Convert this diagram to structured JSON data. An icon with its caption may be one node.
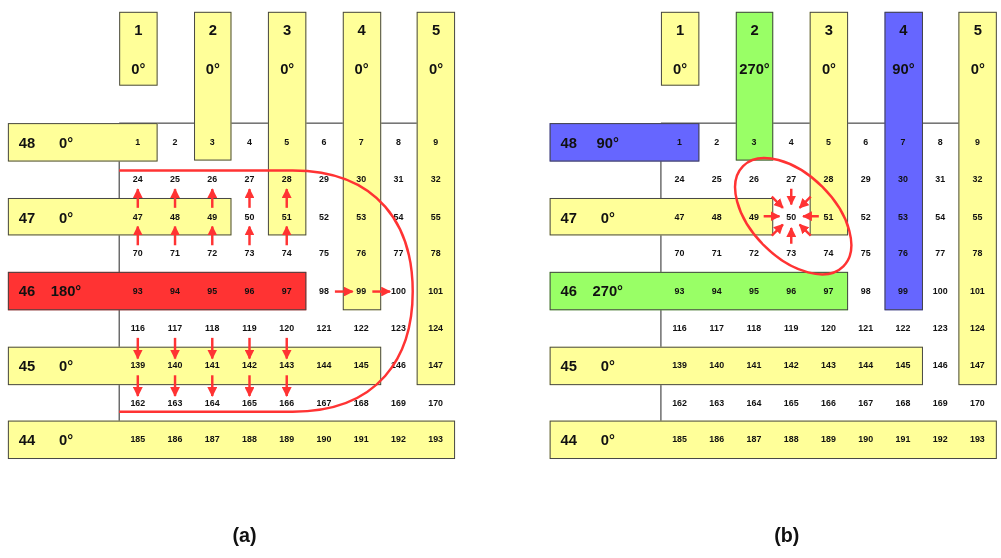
{
  "diagram": {
    "nodes": [
      {
        "text": [
          "1",
          "0°"
        ]
      },
      {
        "text": [
          "2",
          "0°"
        ]
      },
      {
        "text": [
          "3",
          "0°"
        ]
      },
      {
        "text": [
          "4",
          "0°"
        ]
      },
      {
        "text": [
          "5",
          "0°"
        ]
      },
      {
        "text": [
          "48",
          "0°"
        ]
      },
      {
        "text": [
          "47",
          "0°"
        ]
      },
      {
        "text": [
          "46",
          "180°"
        ]
      },
      {
        "text": [
          "45",
          "0°"
        ]
      },
      {
        "text": [
          "44",
          "0°"
        ]
      },
      {
        "text": [
          "1",
          "0°"
        ]
      },
      {
        "text": [
          "2",
          "270°"
        ]
      },
      {
        "text": [
          "3",
          "0°"
        ]
      },
      {
        "text": [
          "4",
          "90°"
        ]
      },
      {
        "text": [
          "5",
          "0°"
        ]
      },
      {
        "text": [
          "48",
          "90°"
        ]
      },
      {
        "text": [
          "47",
          "0°"
        ]
      },
      {
        "text": [
          "46",
          "270°"
        ]
      },
      {
        "text": [
          "45",
          "0°"
        ]
      },
      {
        "text": [
          "44",
          "0°"
        ]
      }
    ],
    "labels": [
      "1",
      "2",
      "3",
      "4",
      "5",
      "6",
      "7",
      "8",
      "9",
      "24",
      "25",
      "26",
      "27",
      "28",
      "29",
      "30",
      "31",
      "32",
      "47",
      "48",
      "49",
      "50",
      "51",
      "52",
      "53",
      "54",
      "55",
      "70",
      "71",
      "72",
      "73",
      "74",
      "75",
      "76",
      "77",
      "78",
      "93",
      "94",
      "95",
      "96",
      "97",
      "98",
      "99",
      "100",
      "101",
      "116",
      "117",
      "118",
      "119",
      "120",
      "121",
      "122",
      "123",
      "124",
      "139",
      "140",
      "141",
      "142",
      "143",
      "144",
      "145",
      "146",
      "147",
      "162",
      "163",
      "164",
      "165",
      "166",
      "167",
      "168",
      "169",
      "170",
      "185",
      "186",
      "187",
      "188",
      "189",
      "190",
      "191",
      "192",
      "193",
      "(a)",
      "1",
      "2",
      "3",
      "4",
      "5",
      "6",
      "7",
      "8",
      "9",
      "24",
      "25",
      "26",
      "27",
      "28",
      "29",
      "30",
      "31",
      "32",
      "47",
      "48",
      "49",
      "50",
      "51",
      "52",
      "53",
      "54",
      "55",
      "70",
      "71",
      "72",
      "73",
      "74",
      "75",
      "76",
      "77",
      "78",
      "93",
      "94",
      "95",
      "96",
      "97",
      "98",
      "99",
      "100",
      "101",
      "116",
      "117",
      "118",
      "119",
      "120",
      "121",
      "122",
      "123",
      "124",
      "139",
      "140",
      "141",
      "142",
      "143",
      "144",
      "145",
      "146",
      "147",
      "162",
      "163",
      "164",
      "165",
      "166",
      "167",
      "168",
      "169",
      "170",
      "185",
      "186",
      "187",
      "188",
      "189",
      "190",
      "191",
      "192",
      "193",
      "(b)"
    ]
  }
}
